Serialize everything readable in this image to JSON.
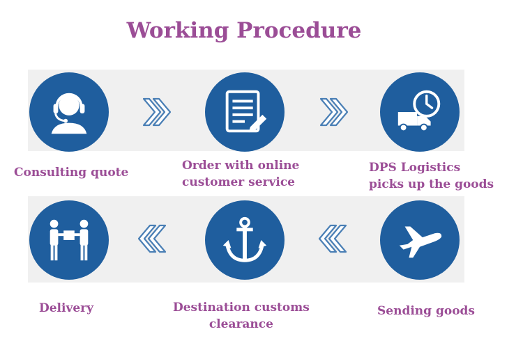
{
  "title": "Working Procedure",
  "colors": {
    "accent_text": "#9b4d96",
    "circle_fill": "#1f5e9e",
    "band": "#f0f0f0",
    "chevron": "#4a7fb5"
  },
  "steps": [
    {
      "lines": [
        "Consulting quote"
      ],
      "icon": "customer-service-headset-icon"
    },
    {
      "lines": [
        "Order with online",
        "customer service"
      ],
      "icon": "order-form-icon"
    },
    {
      "lines": [
        "DPS Logistics",
        "picks up the goods"
      ],
      "icon": "truck-clock-icon"
    },
    {
      "lines": [
        "Sending goods"
      ],
      "icon": "airplane-icon"
    },
    {
      "lines": [
        "Destination customs",
        "clearance"
      ],
      "icon": "anchor-icon"
    },
    {
      "lines": [
        "Delivery"
      ],
      "icon": "handover-people-icon"
    }
  ]
}
